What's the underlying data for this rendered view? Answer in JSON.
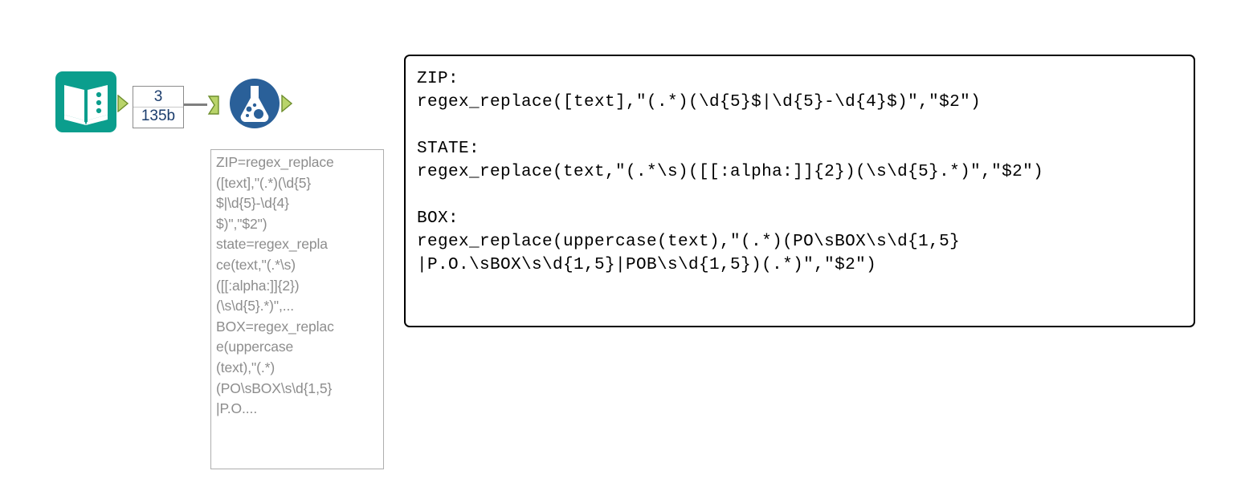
{
  "canvas": {
    "background_color": "#ffffff",
    "name": "alteryx-workflow-canvas"
  },
  "workflow": {
    "nodes": [
      {
        "id": "input-data",
        "tool_name": "Input Data",
        "icon": "book-icon",
        "color": "#0b9e8d"
      },
      {
        "id": "formula",
        "tool_name": "Formula",
        "icon": "flask-icon",
        "color": "#2a6099"
      }
    ],
    "record_count": {
      "records": "3",
      "size": "135b"
    },
    "connection": {
      "from": "input-data",
      "to": "formula",
      "wire_color": "#7f7f7f"
    },
    "anchor_color": "#a6c84b"
  },
  "annotation": {
    "name": "formula-annotation",
    "lines": [
      "ZIP=regex_replace",
      "([text],\"(.*)(\\d{5}",
      "$|\\d{5}-\\d{4}",
      "$)\",\"$2\")",
      "state=regex_repla",
      "ce(text,\"(.*\\s)",
      "([[:alpha:]]{2})",
      "(\\s\\d{5}.*)\",...",
      "BOX=regex_replac",
      "e(uppercase",
      "(text),\"(.*)",
      "(PO\\sBOX\\s\\d{1,5}",
      "|P.O...."
    ],
    "text_color": "#8d8d8d",
    "border_color": "#aeaeae"
  },
  "comment": {
    "name": "regex-notes-comment",
    "border_color": "#000000",
    "lines": [
      "ZIP:",
      "regex_replace([text],\"(.*)(\\d{5}$|\\d{5}-\\d{4}$)\",\"$2\")",
      "",
      "STATE:",
      "regex_replace(text,\"(.*\\s)([[:alpha:]]{2})(\\s\\d{5}.*)\",\"$2\")",
      "",
      "BOX:",
      "regex_replace(uppercase(text),\"(.*)(PO\\sBOX\\s\\d{1,5}",
      "|P.O.\\sBOX\\s\\d{1,5}|POB\\s\\d{1,5})(.*)\",\"$2\")"
    ]
  }
}
